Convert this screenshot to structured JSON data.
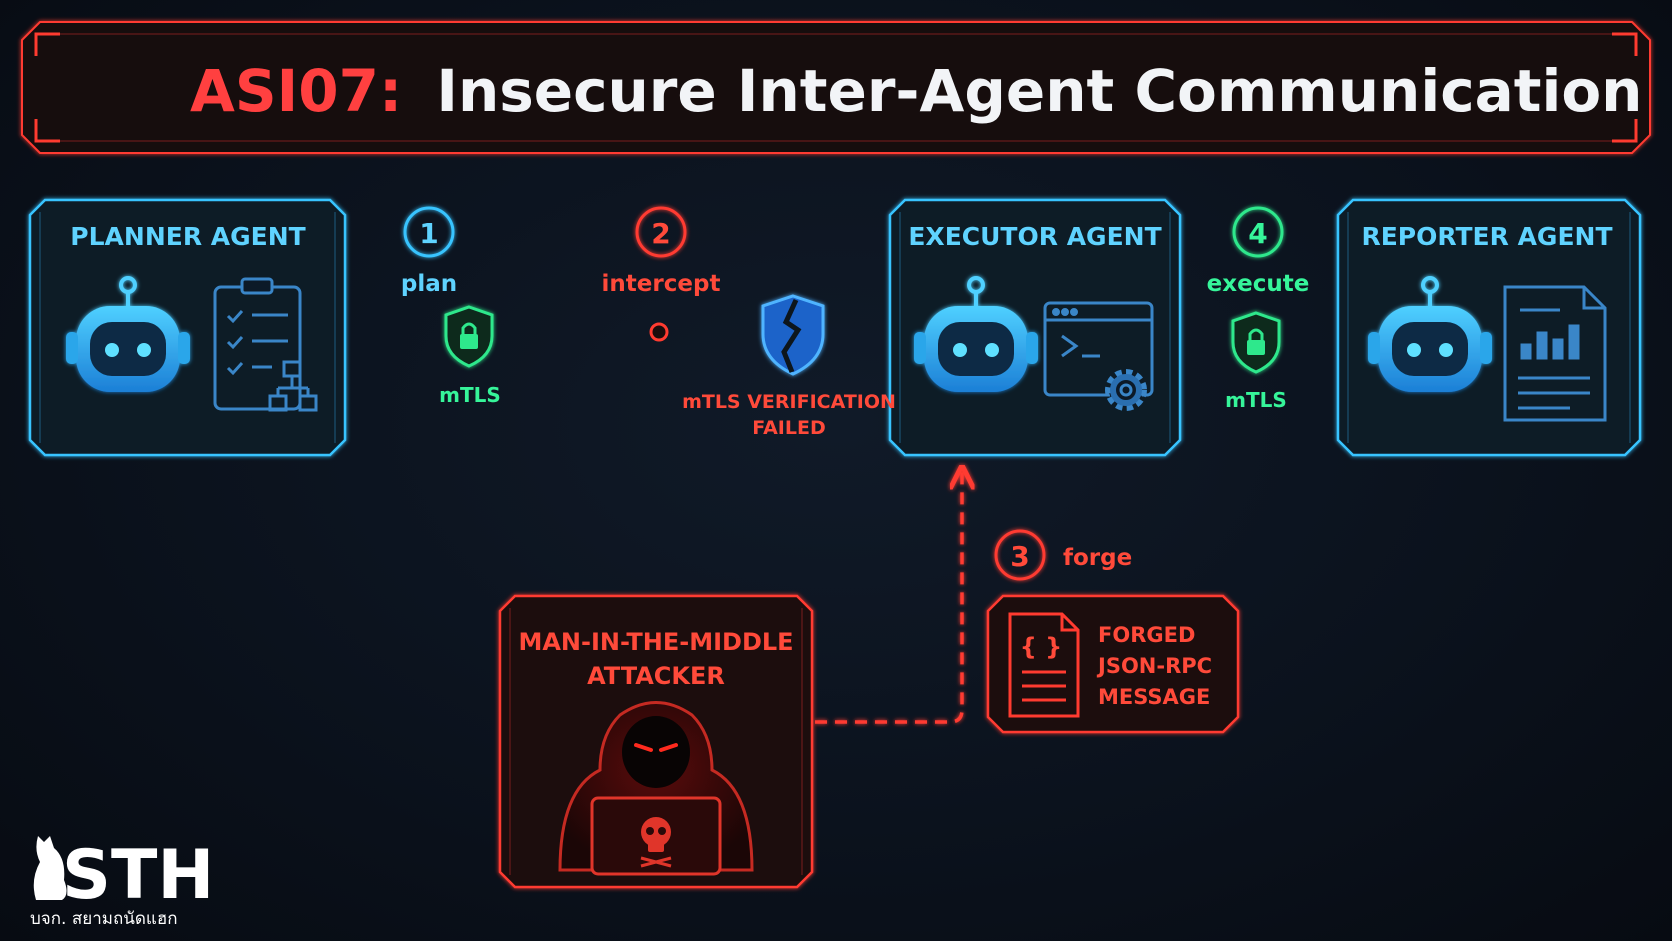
{
  "title": {
    "code": "ASI07:",
    "text": "Insecure Inter-Agent Communication"
  },
  "agents": {
    "planner": "PLANNER AGENT",
    "executor": "EXECUTOR AGENT",
    "reporter": "REPORTER AGENT"
  },
  "steps": [
    {
      "number": "1",
      "label": "plan",
      "status": "secure"
    },
    {
      "number": "2",
      "label": "intercept",
      "status": "attack"
    },
    {
      "number": "3",
      "label": "forge",
      "status": "attack"
    },
    {
      "number": "4",
      "label": "execute",
      "status": "secure"
    }
  ],
  "channels": {
    "mtls_1": "mTLS",
    "mtls_2": "mTLS",
    "verification_failed_line1": "mTLS VERIFICATION",
    "verification_failed_line2": "FAILED"
  },
  "attacker": {
    "line1": "MAN-IN-THE-MIDDLE",
    "line2": "ATTACKER"
  },
  "forged_message": {
    "line1": "FORGED",
    "line2": "JSON-RPC",
    "line3": "MESSAGE"
  },
  "logo": {
    "name": "STH",
    "subtitle": "บจก. สยามถนัดแฮก"
  },
  "colors": {
    "secure_blue": "#38c4ff",
    "secure_green": "#2ee88c",
    "attack_red": "#ff3b30",
    "background": "#0b121d"
  },
  "icons": {
    "planner": "checklist-icon",
    "executor": "terminal-gear-icon",
    "reporter": "report-chart-icon",
    "secure_channel": "lock-shield-icon",
    "broken_channel": "broken-shield-icon",
    "attacker": "hooded-hacker-icon",
    "forged": "json-document-icon"
  }
}
